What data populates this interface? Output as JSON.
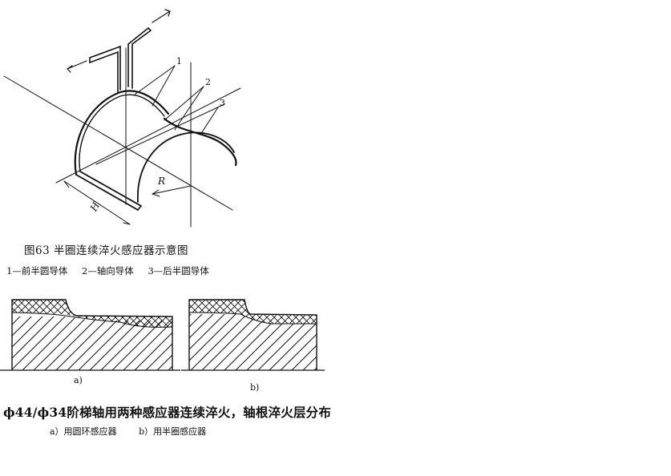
{
  "figure63": {
    "caption": "图63  半圈连续淬火感应器示意图",
    "legend": [
      "1—前半圆导体",
      "2—轴向导体",
      "3—后半圆导体"
    ],
    "callouts": [
      "1",
      "2",
      "3"
    ],
    "radius_label": "R",
    "width_label": "H"
  },
  "quench_figure": {
    "sub_a_label": "a)",
    "sub_b_label": "b)",
    "caption": "ϕ44/ϕ34阶梯轴用两种感应器连续淬火，轴根淬火层分布",
    "sub_captions": [
      "a）用圆环感应器",
      "b）用半圈感应器"
    ]
  },
  "colors": {
    "ink": "#111111",
    "paper": "#ffffff"
  }
}
